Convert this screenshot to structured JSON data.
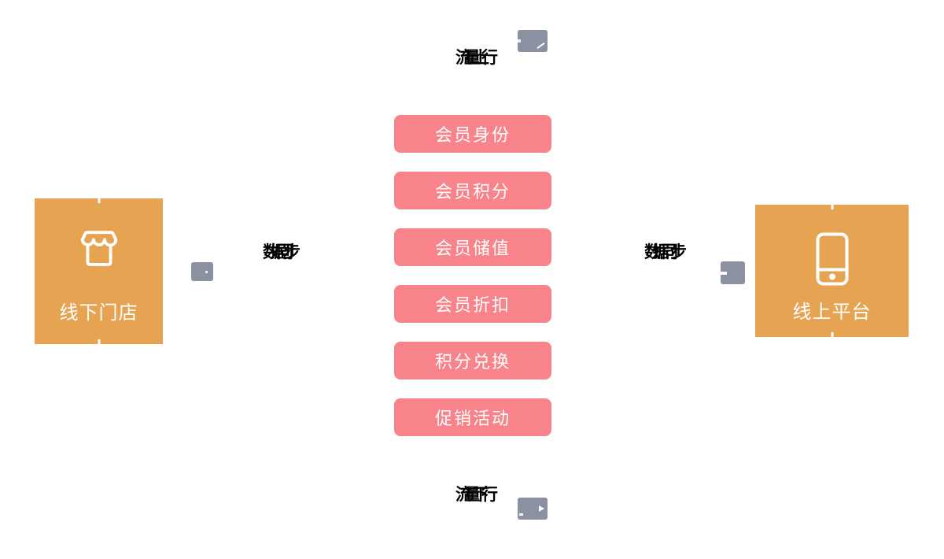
{
  "diagram": {
    "left_node": {
      "label": "线下门店",
      "icon": "storefront-icon"
    },
    "right_node": {
      "label": "线上平台",
      "icon": "smartphone-icon"
    },
    "center_items": [
      {
        "label": "会员身份"
      },
      {
        "label": "会员积分"
      },
      {
        "label": "会员储值"
      },
      {
        "label": "会员折扣"
      },
      {
        "label": "积分兑换"
      },
      {
        "label": "促销活动"
      }
    ],
    "flow_up_label": "流量上行",
    "flow_down_label": "流量下行",
    "sync_left_label": "数据同步",
    "sync_right_label": "数据同步",
    "colors": {
      "node_orange": "#e6a351",
      "button_pink": "#f9838b",
      "arrow_gray": "#8b91a1",
      "label_black": "#000000",
      "text_white": "#ffffff"
    }
  }
}
